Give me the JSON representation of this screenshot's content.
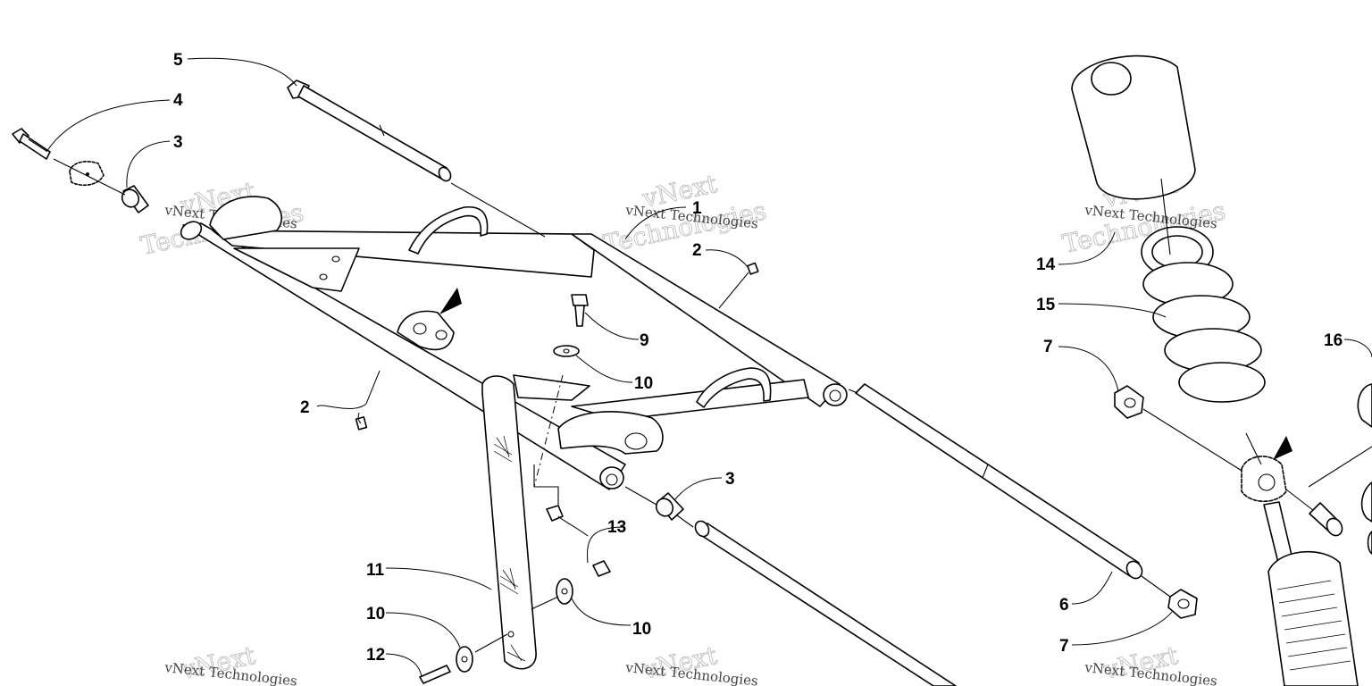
{
  "watermark": {
    "company": "vNext Technologies",
    "word1": "vNext",
    "word2": "Technologies"
  },
  "callouts": {
    "c1": "1",
    "c2a": "2",
    "c2b": "2",
    "c3a": "3",
    "c3b": "3",
    "c4": "4",
    "c5": "5",
    "c6": "6",
    "c7a": "7",
    "c7b": "7",
    "c9": "9",
    "c10a": "10",
    "c10b": "10",
    "c10c": "10",
    "c11": "11",
    "c12": "12",
    "c13": "13",
    "c14": "14",
    "c15": "15",
    "c16": "16"
  }
}
